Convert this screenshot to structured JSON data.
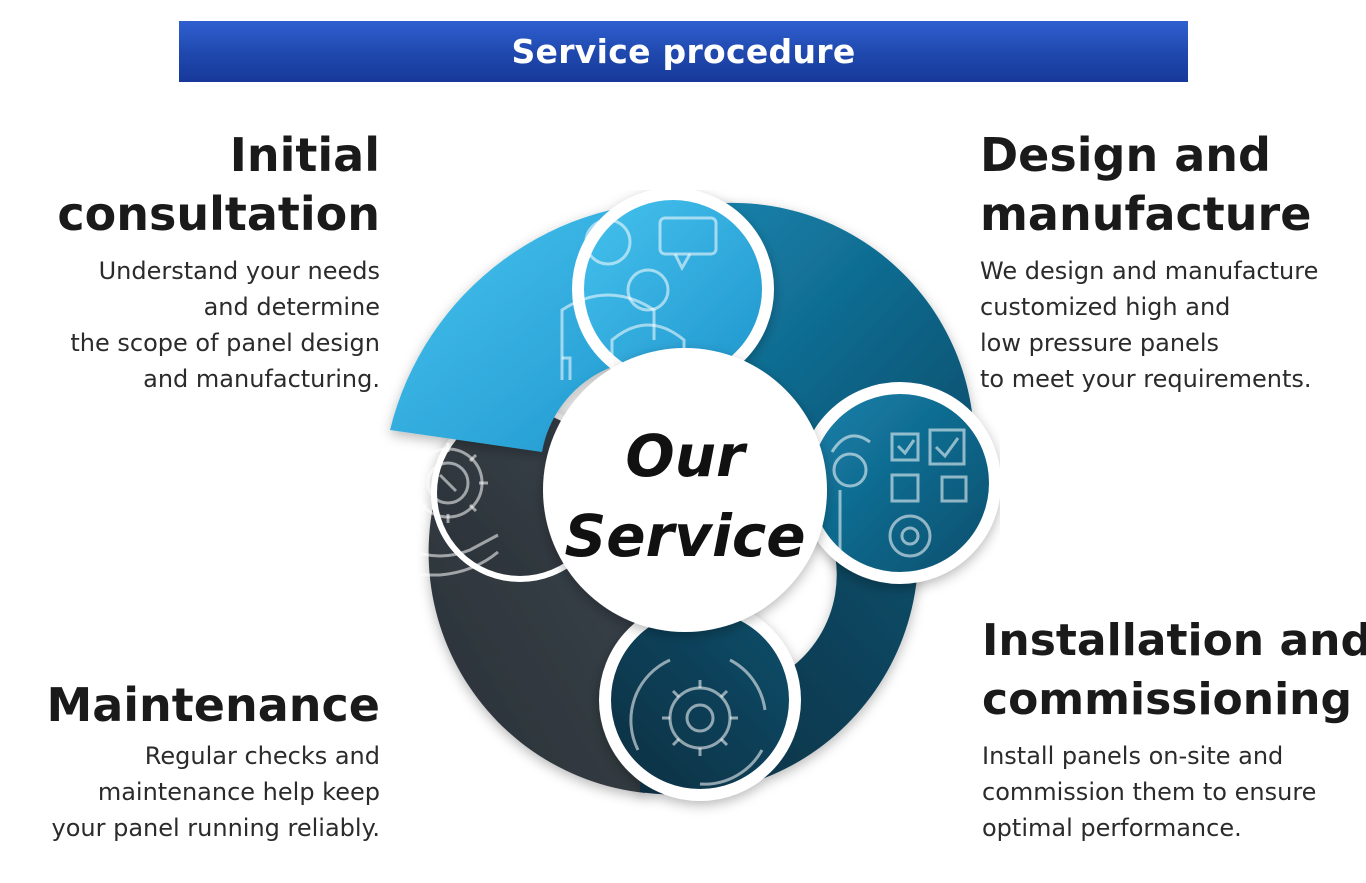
{
  "header": {
    "title": "Service procedure"
  },
  "center": {
    "line1": "Our",
    "line2": "Service"
  },
  "steps": [
    {
      "title": [
        "Initial",
        "consultation"
      ],
      "desc": [
        "Understand your needs",
        "and determine",
        "the scope of panel design",
        "and manufacturing."
      ],
      "icon": "consultation-people-icon",
      "color": "#35b3e3"
    },
    {
      "title": [
        "Design and",
        "manufacture"
      ],
      "desc": [
        "We design and manufacture",
        "customized high and",
        "low pressure panels",
        "to meet your requirements."
      ],
      "icon": "engineer-checklist-gear-icon",
      "color": "#126a8e"
    },
    {
      "title": [
        "Installation and",
        "commissioning"
      ],
      "desc": [
        "Install panels on-site and",
        "commission them to ensure",
        "optimal performance."
      ],
      "icon": "gear-cycle-icon",
      "color": "#0e3f57"
    },
    {
      "title": [
        "Maintenance"
      ],
      "desc": [
        "Regular checks and",
        "maintenance help  keep",
        "your panel running reliably."
      ],
      "icon": "hand-gear-wrench-icon",
      "color": "#2b3238"
    }
  ]
}
